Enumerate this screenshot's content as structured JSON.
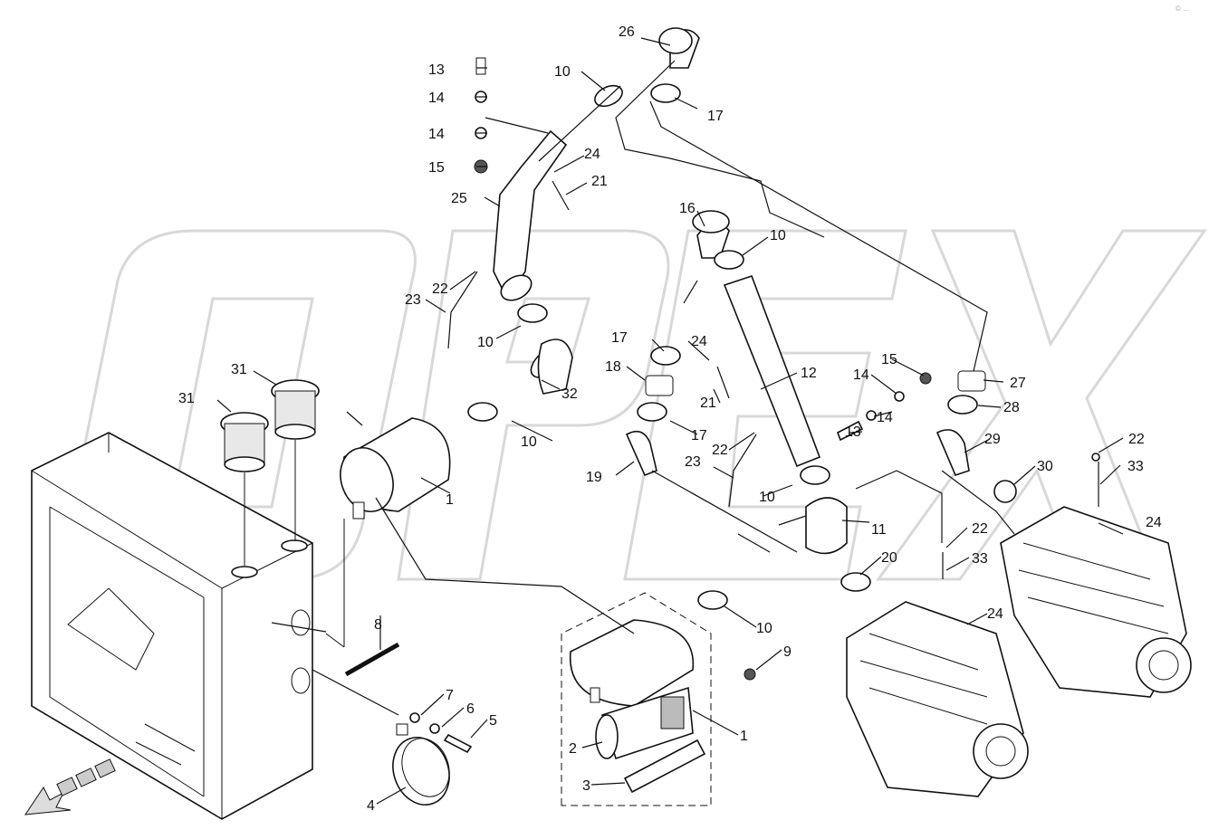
{
  "watermark": {
    "text": "OPEX"
  },
  "corner_mark": "© ...",
  "callouts": [
    {
      "id": "c26a",
      "text": "26"
    },
    {
      "id": "c10a",
      "text": "10"
    },
    {
      "id": "c17a",
      "text": "17"
    },
    {
      "id": "c13a",
      "text": "13"
    },
    {
      "id": "c14a",
      "text": "14"
    },
    {
      "id": "c14b",
      "text": "14"
    },
    {
      "id": "c15a",
      "text": "15"
    },
    {
      "id": "c24a",
      "text": "24"
    },
    {
      "id": "c21a",
      "text": "21"
    },
    {
      "id": "c25",
      "text": "25"
    },
    {
      "id": "c16",
      "text": "16"
    },
    {
      "id": "c10b",
      "text": "10"
    },
    {
      "id": "c22a",
      "text": "22"
    },
    {
      "id": "c23a",
      "text": "23"
    },
    {
      "id": "c10c",
      "text": "10"
    },
    {
      "id": "c17b",
      "text": "17"
    },
    {
      "id": "c24b",
      "text": "24"
    },
    {
      "id": "c18",
      "text": "18"
    },
    {
      "id": "c12",
      "text": "12"
    },
    {
      "id": "c15b",
      "text": "15"
    },
    {
      "id": "c14c",
      "text": "14"
    },
    {
      "id": "c27",
      "text": "27"
    },
    {
      "id": "c31a",
      "text": "31"
    },
    {
      "id": "c31b",
      "text": "31"
    },
    {
      "id": "c32",
      "text": "32"
    },
    {
      "id": "c21b",
      "text": "21"
    },
    {
      "id": "c14d",
      "text": "14"
    },
    {
      "id": "c28",
      "text": "28"
    },
    {
      "id": "c17c",
      "text": "17"
    },
    {
      "id": "c10d",
      "text": "10"
    },
    {
      "id": "c22b",
      "text": "22"
    },
    {
      "id": "c13b",
      "text": "13"
    },
    {
      "id": "c29",
      "text": "29"
    },
    {
      "id": "c22c",
      "text": "22"
    },
    {
      "id": "c1a",
      "text": "1"
    },
    {
      "id": "c19",
      "text": "19"
    },
    {
      "id": "c23b",
      "text": "23"
    },
    {
      "id": "c30",
      "text": "30"
    },
    {
      "id": "c33a",
      "text": "33"
    },
    {
      "id": "c10e",
      "text": "10"
    },
    {
      "id": "c11",
      "text": "11"
    },
    {
      "id": "c24c",
      "text": "24"
    },
    {
      "id": "c22d",
      "text": "22"
    },
    {
      "id": "c20",
      "text": "20"
    },
    {
      "id": "c33b",
      "text": "33"
    },
    {
      "id": "c24d",
      "text": "24"
    },
    {
      "id": "c8",
      "text": "8"
    },
    {
      "id": "c10f",
      "text": "10"
    },
    {
      "id": "c9",
      "text": "9"
    },
    {
      "id": "c7",
      "text": "7"
    },
    {
      "id": "c6",
      "text": "6"
    },
    {
      "id": "c5",
      "text": "5"
    },
    {
      "id": "c1b",
      "text": "1"
    },
    {
      "id": "c2",
      "text": "2"
    },
    {
      "id": "c3",
      "text": "3"
    },
    {
      "id": "c4",
      "text": "4"
    }
  ]
}
